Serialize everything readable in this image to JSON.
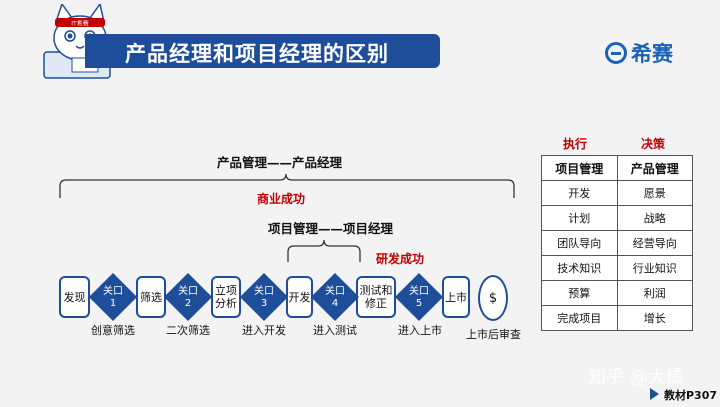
{
  "title": "产品经理和项目经理的区别",
  "logo": {
    "text": "希赛",
    "icon": "xisai-logo-icon"
  },
  "mascot": {
    "icon": "cat-mascot-icon",
    "headband": "IT希赛"
  },
  "brace_top_label": "产品管理——产品经理",
  "brace_top_result": "商业成功",
  "brace_mid_label": "项目管理——项目经理",
  "brace_mid_result": "研发成功",
  "flow": {
    "steps": [
      "发现",
      "筛选",
      "立项\n分析",
      "开发",
      "测试和\n修正",
      "上市"
    ],
    "gates": [
      {
        "label": "关口",
        "num": "1"
      },
      {
        "label": "关口",
        "num": "2"
      },
      {
        "label": "关口",
        "num": "3"
      },
      {
        "label": "关口",
        "num": "4"
      },
      {
        "label": "关口",
        "num": "5"
      }
    ],
    "captions": [
      "创意筛选",
      "二次筛选",
      "进入开发",
      "进入测试",
      "进入上市"
    ],
    "end_symbol": "$",
    "end_caption": "上市后审查"
  },
  "table": {
    "col1_header": "执行",
    "col2_header": "决策",
    "rows": [
      [
        "项目管理",
        "产品管理"
      ],
      [
        "开发",
        "愿景"
      ],
      [
        "计划",
        "战略"
      ],
      [
        "团队导向",
        "经营导向"
      ],
      [
        "技术知识",
        "行业知识"
      ],
      [
        "预算",
        "利润"
      ],
      [
        "完成项目",
        "增长"
      ]
    ]
  },
  "watermark": "知乎 @大橘",
  "footer": "教材P307",
  "colors": {
    "primary": "#1e4e9a",
    "accent": "#c00000"
  }
}
